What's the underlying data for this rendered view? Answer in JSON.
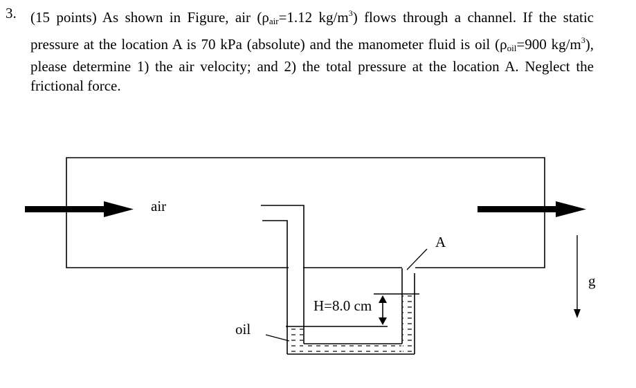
{
  "question": {
    "number": "3.",
    "points": "(15 points)",
    "text_part1": " As shown in Figure, air (",
    "rho_symbol": "ρ",
    "rho_air_sub": "air",
    "rho_air_value": "=1.12 kg/m",
    "cube": "3",
    "text_part2": ") flows through a channel.  If the static pressure at the location A is 70 kPa (absolute) and the manometer fluid is oil (",
    "rho_oil_sub": "oil",
    "rho_oil_value": "=900 kg/m",
    "text_part3": "), please determine 1) the air velocity; and 2) the total pressure at the location A. Neglect the frictional force."
  },
  "figure": {
    "labels": {
      "air": "air",
      "oil": "oil",
      "point_A": "A",
      "height": "H=8.0 cm",
      "gravity": "g"
    },
    "values": {
      "rho_air": "1.12 kg/m^3",
      "rho_oil": "900 kg/m^3",
      "static_pressure_A": "70 kPa (absolute)",
      "H": "8.0 cm"
    }
  }
}
